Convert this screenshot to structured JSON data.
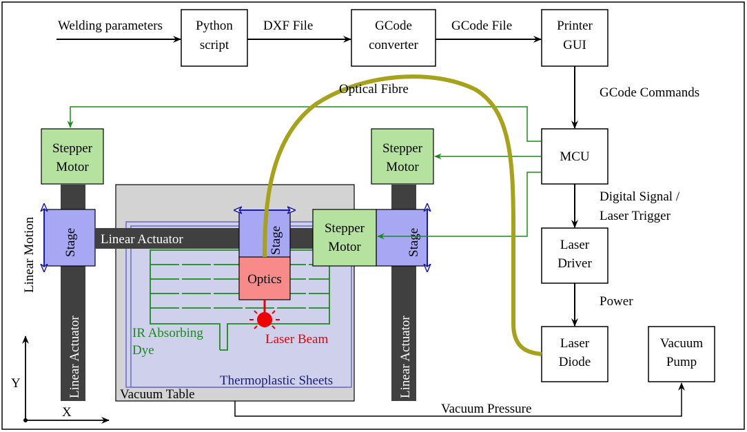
{
  "labels": {
    "welding_parameters": "Welding parameters",
    "python_script": [
      "Python",
      "script"
    ],
    "dxf_file": "DXF File",
    "gcode_converter": [
      "GCode",
      "converter"
    ],
    "gcode_file": "GCode File",
    "printer_gui": [
      "Printer",
      "GUI"
    ],
    "gcode_commands": "GCode Commands",
    "optical_fibre": "Optical Fibre",
    "mcu": "MCU",
    "digital_signal": [
      "Digital Signal /",
      "Laser Trigger"
    ],
    "laser_driver": [
      "Laser",
      "Driver"
    ],
    "power": "Power",
    "laser_diode": [
      "Laser",
      "Diode"
    ],
    "vacuum_pump": [
      "Vacuum",
      "Pump"
    ],
    "vacuum_pressure": "Vacuum Pressure",
    "stepper_motor": [
      "Stepper",
      "Motor"
    ],
    "stage": "Stage",
    "linear_actuator": "Linear Actuator",
    "linear_motion": "Linear Motion",
    "optics": "Optics",
    "laser_beam": "Laser Beam",
    "ir_absorbing_dye": [
      "IR Absorbing",
      "Dye"
    ],
    "thermoplastic_sheets": "Thermoplastic Sheets",
    "vacuum_table": "Vacuum Table",
    "axis_y": "Y",
    "axis_x": "X"
  },
  "colors": {
    "motor_fill": "#b5e29f",
    "stage_fill": "#a7a7f4",
    "actuator_fill": "#404040",
    "table_fill": "#d3d3d3",
    "sheet_fill": "#cfd0ec",
    "sheet_stroke": "#6b6bbf",
    "optics_fill": "#f98a8a",
    "fibre": "#a6a31b",
    "signal_green": "#1a8a1a",
    "laser_red": "#ee0000",
    "navy_text": "#1a1a80"
  }
}
